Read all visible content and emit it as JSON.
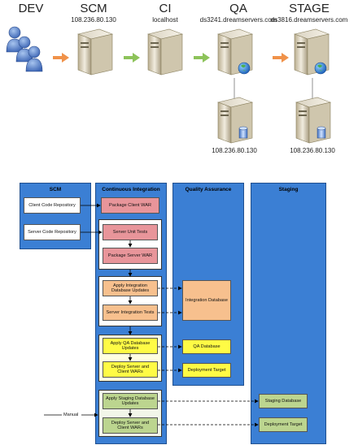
{
  "stages": [
    {
      "title": "DEV",
      "subtitle": ""
    },
    {
      "title": "SCM",
      "subtitle": "108.236.80.130"
    },
    {
      "title": "CI",
      "subtitle": "localhost"
    },
    {
      "title": "QA",
      "subtitle": "ds3241.dreamservers.com"
    },
    {
      "title": "STAGE",
      "subtitle": "ds3816.dreamservers.com"
    }
  ],
  "db_servers": [
    {
      "label": "108.236.80.130"
    },
    {
      "label": "108.236.80.130"
    }
  ],
  "lanes": {
    "scm": "SCM",
    "ci": "Continuous Integration",
    "qa": "Quality Assurance",
    "staging": "Staging"
  },
  "boxes": {
    "client_repo": "Client Code Repository",
    "server_repo": "Server Code Repository",
    "package_client_war": "Package Client WAR",
    "server_unit_tests": "Server Unit Tests",
    "package_server_war": "Package Server WAR",
    "apply_integration_db": "Apply Integration Database Updates",
    "server_integration_tests": "Server Integration Tests",
    "integration_db": "Integration Database",
    "apply_qa_db": "Apply QA Database Updates",
    "qa_database": "QA Database",
    "deploy_qa": "Deploy Server and Client WARs",
    "qa_deployment_target": "Deployment Target",
    "apply_staging_db": "Apply Staging Database Updates",
    "staging_database": "Staging Database",
    "deploy_staging": "Deploy Server and Client WARs",
    "staging_deployment_target": "Deployment Target"
  },
  "manual_label": "Manual",
  "colors": {
    "lane": "#3b7fd4",
    "arrow_orange": "#f0924a",
    "arrow_green": "#8dc35a",
    "box_pink": "#e8959a",
    "box_orange": "#f7c08e",
    "box_yellow": "#fffb45",
    "box_green": "#bcd58f"
  }
}
